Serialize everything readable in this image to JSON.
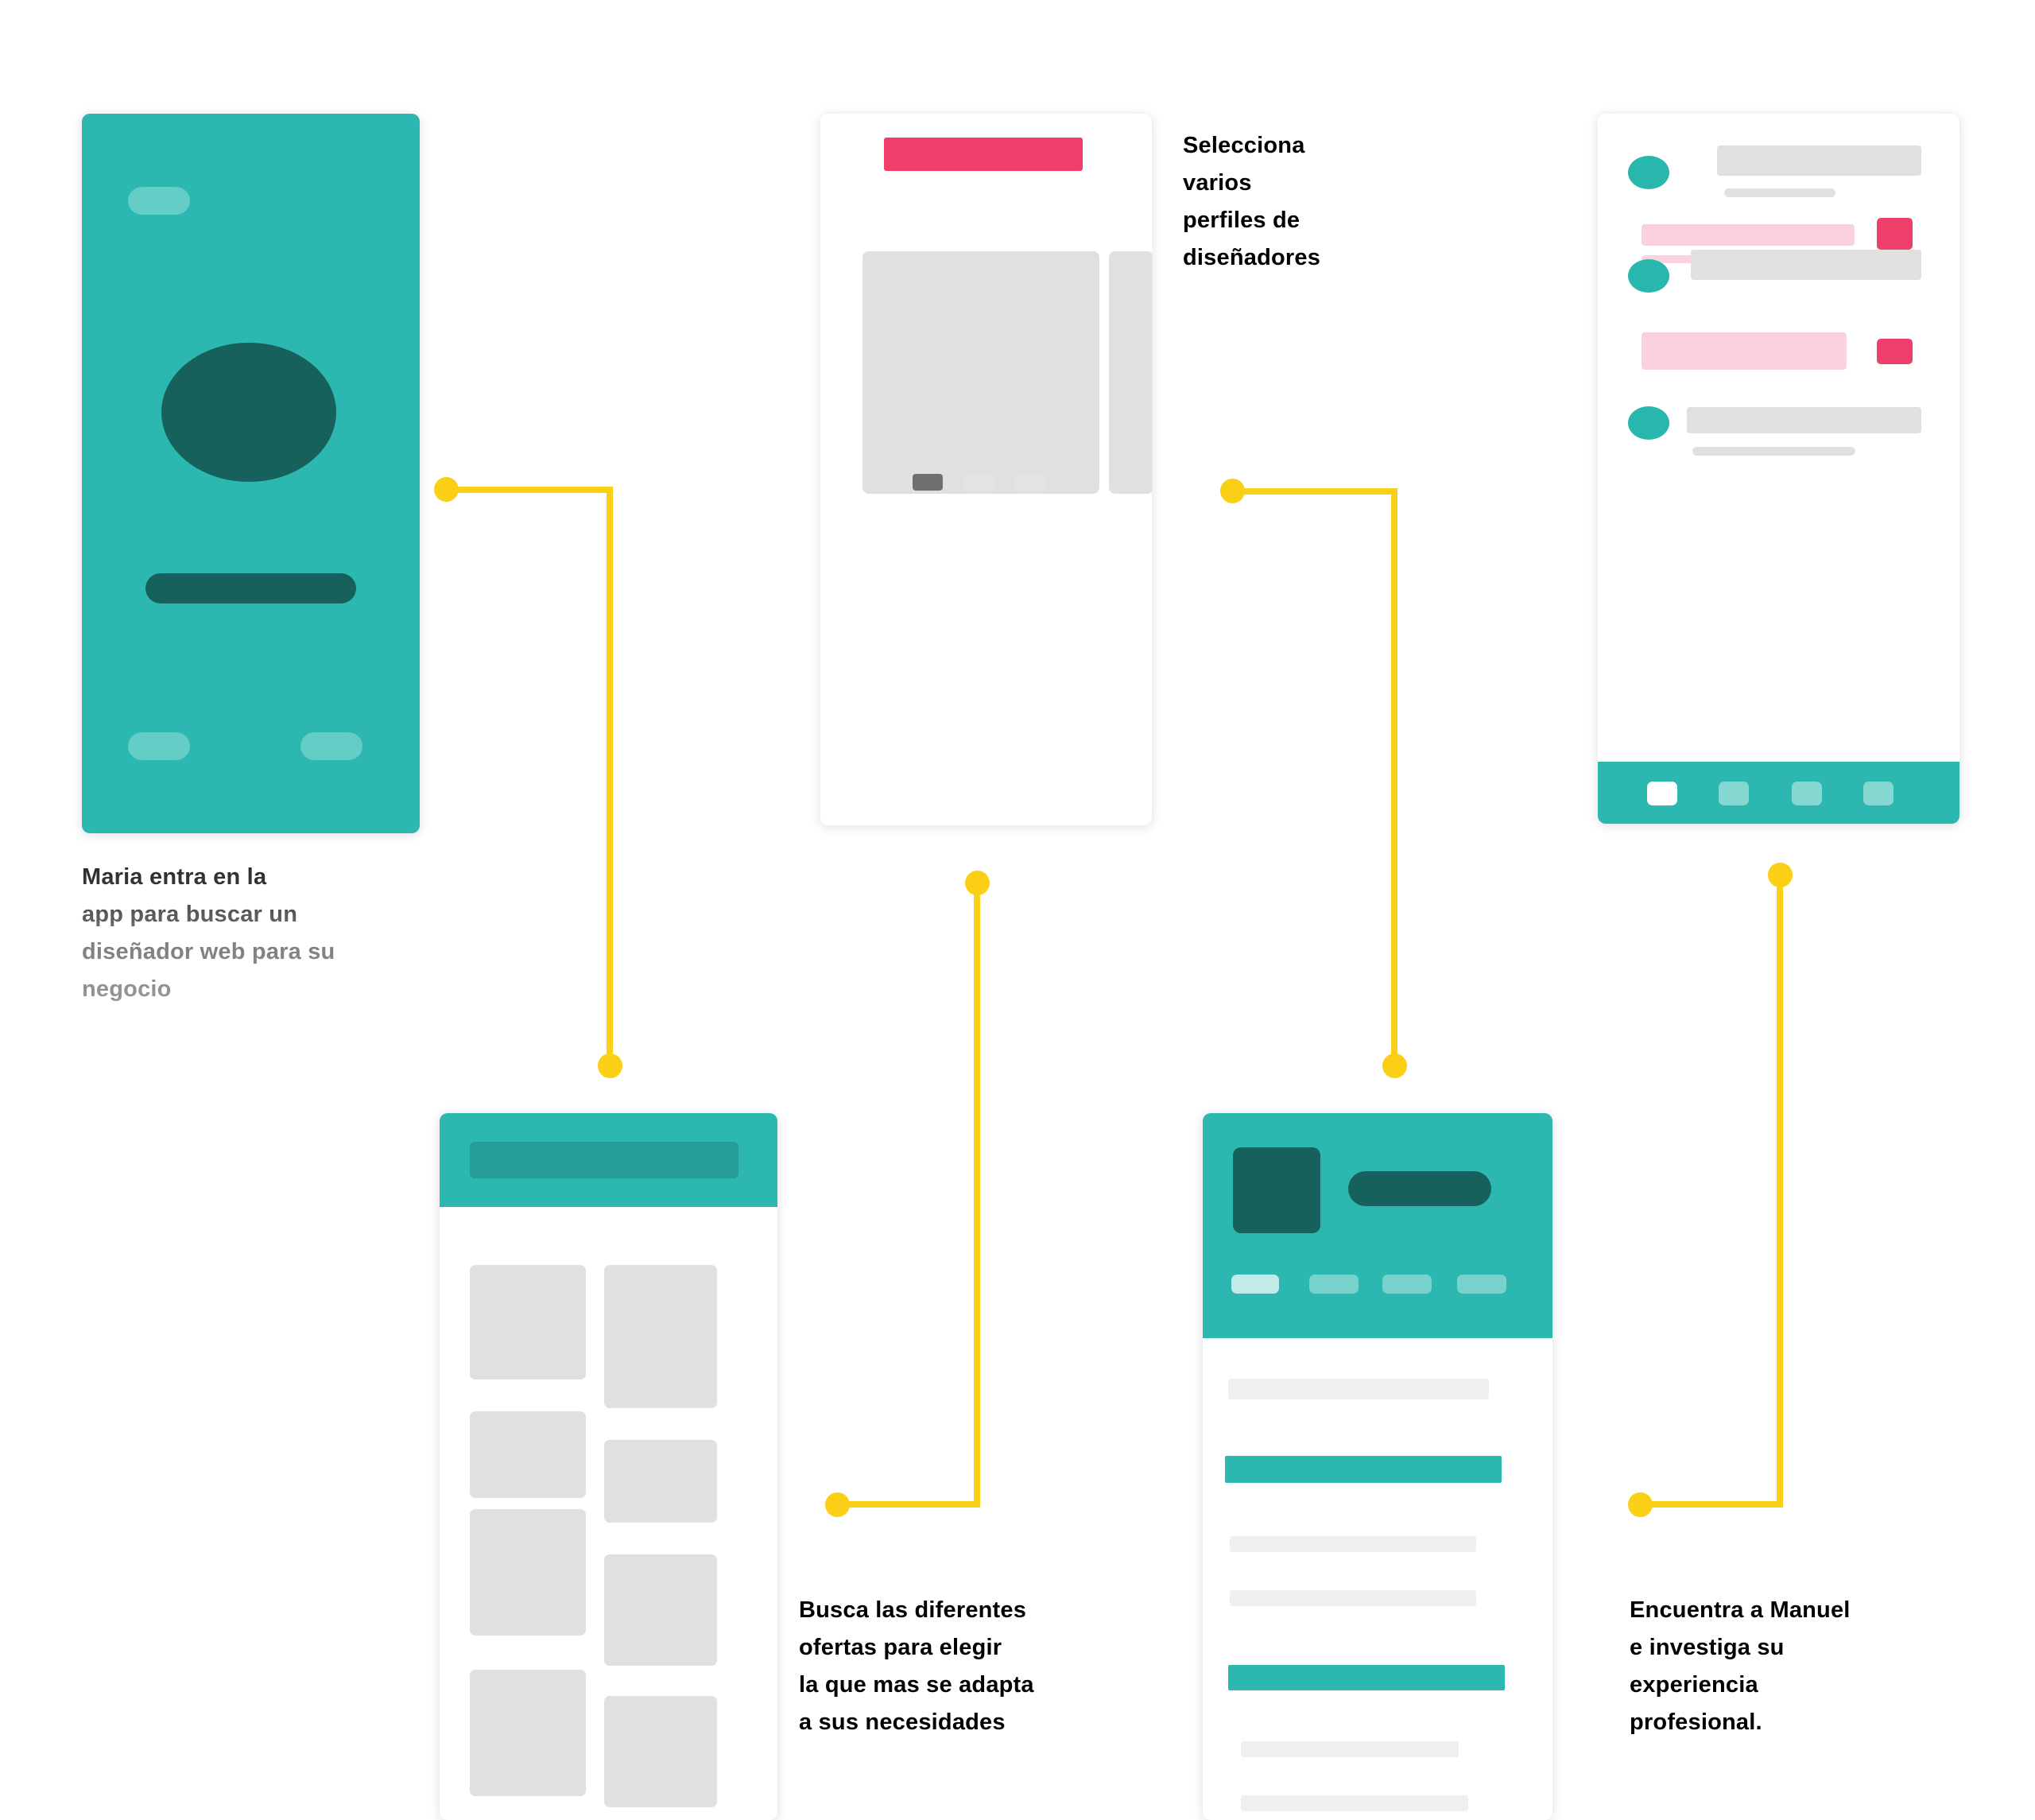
{
  "meta": {
    "title": "User flow — app de búsqueda de diseñadores",
    "colors": {
      "teal": "#2cb8b0",
      "teal_dark": "#17615c",
      "teal_light": "#84d8d1",
      "crimson": "#ee3f6b",
      "pink_pale": "#f9d2de",
      "yellow": "#fbcf15",
      "gray_block": "#e0e0e0",
      "gray_line": "#efefef",
      "background": "#ffffff"
    }
  },
  "captions": [
    {
      "id": "caption-1",
      "text": "Maria entra en la\napp para buscar un\ndiseñador web para su\nnegocio",
      "style": "faded"
    },
    {
      "id": "caption-2",
      "text": "Selecciona\nvarios\nperfiles de\ndiseñadores",
      "style": "solid"
    },
    {
      "id": "caption-3",
      "text": "Busca las diferentes\nofertas para elegir\nla que mas se adapta\na sus necesidades",
      "style": "solid"
    },
    {
      "id": "caption-4",
      "text": "Encuentra a Manuel\ne investiga su\nexperiencia\nprofesional.",
      "style": "solid"
    }
  ],
  "screens": {
    "splash": {
      "name": "splash-screen",
      "background": "#2cb8b0",
      "logo_shape": "ellipse",
      "title_bar": "placeholder-title-bar",
      "pills": [
        "top-left-pill",
        "bottom-left-pill",
        "bottom-right-pill"
      ]
    },
    "carousel": {
      "name": "profile-carousel-screen",
      "top_banner_color": "#ee3f6b",
      "cards": [
        "main-profile-card",
        "next-profile-card-peek"
      ],
      "pagination": {
        "count": 3,
        "active_index": 0
      }
    },
    "chat_list": {
      "name": "messages-list-screen",
      "rows": [
        {
          "type": "message",
          "avatar": true,
          "badge": false,
          "sublines": 1
        },
        {
          "type": "offer",
          "avatar": false,
          "badge": true,
          "sublines": 1
        },
        {
          "type": "message",
          "avatar": true,
          "badge": false,
          "sublines": 0
        },
        {
          "type": "offer",
          "avatar": false,
          "badge": true,
          "sublines": 0
        },
        {
          "type": "message",
          "avatar": true,
          "badge": false,
          "sublines": 1
        }
      ],
      "bottom_nav": {
        "items": [
          "nav-home",
          "nav-search",
          "nav-messages",
          "nav-profile"
        ],
        "active_index": 0
      }
    },
    "offers_grid": {
      "name": "offers-grid-screen",
      "header_color": "#2cb8b0",
      "search_field_placeholder": "",
      "columns": 2,
      "left_column_tiles": 5,
      "right_column_tiles": 5
    },
    "profile": {
      "name": "designer-profile-screen",
      "header_color": "#2cb8b0",
      "avatar": "designer-avatar",
      "name_placeholder": "designer-name-bar",
      "tabs": {
        "items": [
          "tab-about",
          "tab-portfolio",
          "tab-reviews",
          "tab-contact"
        ],
        "active_index": 0
      },
      "sections": [
        "section-experiencia",
        "section-proyectos"
      ]
    }
  },
  "connectors": [
    {
      "id": "connector-1",
      "from": "splash-screen",
      "to": "offers-grid-screen"
    },
    {
      "id": "connector-2",
      "from": "profile-carousel-screen",
      "to": "caption-3"
    },
    {
      "id": "connector-3",
      "from": "caption-2",
      "to": "designer-profile-screen"
    },
    {
      "id": "connector-4",
      "from": "messages-list-screen",
      "to": "caption-4"
    }
  ]
}
